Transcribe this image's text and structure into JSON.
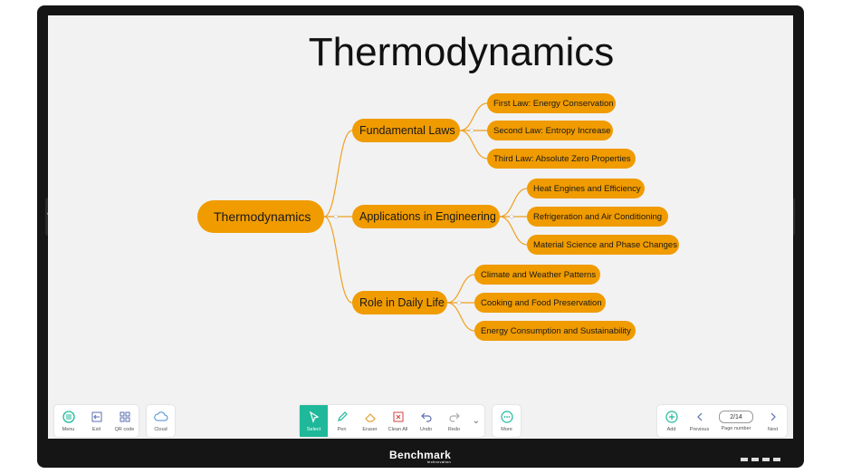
{
  "board": {
    "title": "Thermodynamics",
    "mindmap": {
      "root": "Thermodynamics",
      "branches": [
        {
          "label": "Fundamental Laws",
          "children": [
            "First Law: Energy Conservation",
            "Second Law: Entropy Increase",
            "Third Law: Absolute Zero Properties"
          ]
        },
        {
          "label": "Applications in Engineering",
          "children": [
            "Heat Engines and Efficiency",
            "Refrigeration and Air Conditioning",
            "Material Science and Phase Changes"
          ]
        },
        {
          "label": "Role in Daily Life",
          "children": [
            "Climate and Weather Patterns",
            "Cooking and Food Preservation",
            "Energy Consumption and Sustainability"
          ]
        }
      ],
      "node_color": "#f09b00",
      "link_color": "#f0a020"
    }
  },
  "toolbar": {
    "left": {
      "menu": "Menu",
      "exit": "Exit",
      "qr": "QR code",
      "cloud": "Cloud"
    },
    "center": {
      "select": "Select",
      "pen": "Pen",
      "eraser": "Eraser",
      "clean_all": "Clean All",
      "undo": "Undo",
      "redo": "Redo",
      "more": "More"
    },
    "right": {
      "add": "Add",
      "previous": "Previous",
      "page_number_label": "Page number",
      "page_number": "2/14",
      "next": "Next"
    },
    "accent": "#1fb89a"
  },
  "device": {
    "brand": "Benchmark",
    "brand_sub": "technovation"
  }
}
